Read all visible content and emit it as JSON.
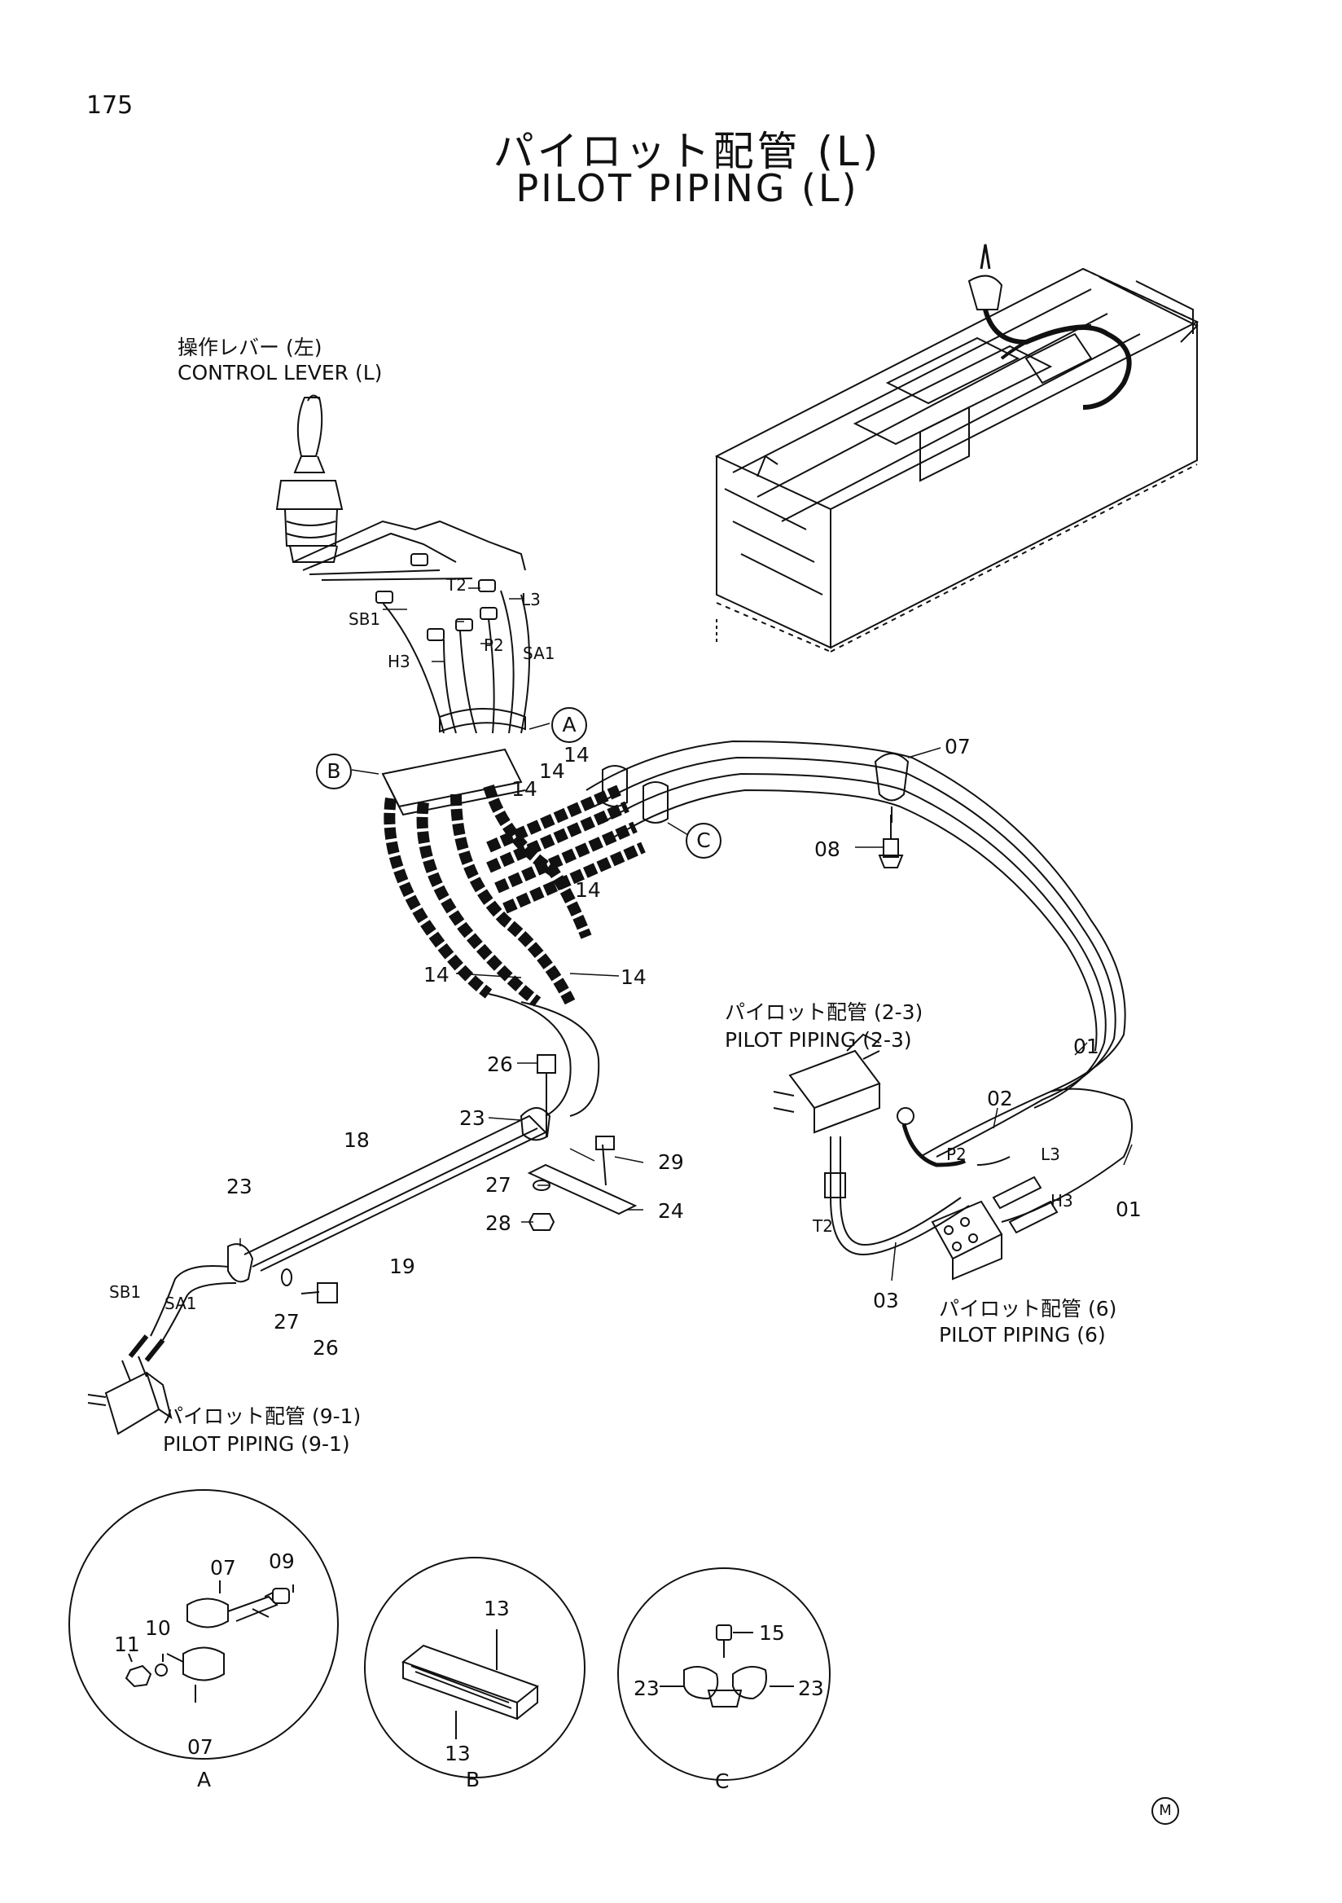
{
  "page_number": "175",
  "title": {
    "japanese": "パイロット配管 (L)",
    "english": "PILOT PIPING (L)"
  },
  "labels": {
    "control_lever_jp": "操作レバー (左)",
    "control_lever_en": "CONTROL LEVER (L)",
    "pilot_piping_23_jp": "パイロット配管 (2-3)",
    "pilot_piping_23_en": "PILOT PIPING (2-3)",
    "pilot_piping_6_jp": "パイロット配管 (6)",
    "pilot_piping_6_en": "PILOT PIPING (6)",
    "pilot_piping_91_jp": "パイロット配管 (9-1)",
    "pilot_piping_91_en": "PILOT PIPING (9-1)"
  },
  "port_labels": {
    "t2_top": "T2",
    "l3_top": "L3",
    "sb1_top": "SB1",
    "p2_top": "P2",
    "sa1_top": "SA1",
    "h3_top": "H3",
    "p2_right": "P2",
    "l3_right": "L3",
    "h3_right": "H3",
    "t2_right": "T2",
    "sb1_bottom": "SB1",
    "sa1_bottom": "SA1"
  },
  "detail_marks": {
    "a": "A",
    "b": "B",
    "c": "C"
  },
  "part_numbers": {
    "p07_main": "07",
    "p08": "08",
    "p14_a": "14",
    "p14_b": "14",
    "p14_c": "14",
    "p14_d": "14",
    "p14_e": "14",
    "p14_f": "14",
    "p26_top": "26",
    "p23_top": "23",
    "p18": "18",
    "p29": "29",
    "p27_top": "27",
    "p24": "24",
    "p28": "28",
    "p23_left": "23",
    "p19": "19",
    "p27_bottom": "27",
    "p26_bottom": "26",
    "p01_a": "01",
    "p02": "02",
    "p01_b": "01",
    "p03": "03"
  },
  "details": {
    "a": {
      "label": "A",
      "p07_top": "07",
      "p09": "09",
      "p11": "11",
      "p10": "10",
      "p07_bottom": "07"
    },
    "b": {
      "label": "B",
      "p13_top": "13",
      "p13_bottom": "13"
    },
    "c": {
      "label": "C",
      "p15": "15",
      "p23_left": "23",
      "p23_right": "23"
    }
  },
  "corner_mark": "M"
}
